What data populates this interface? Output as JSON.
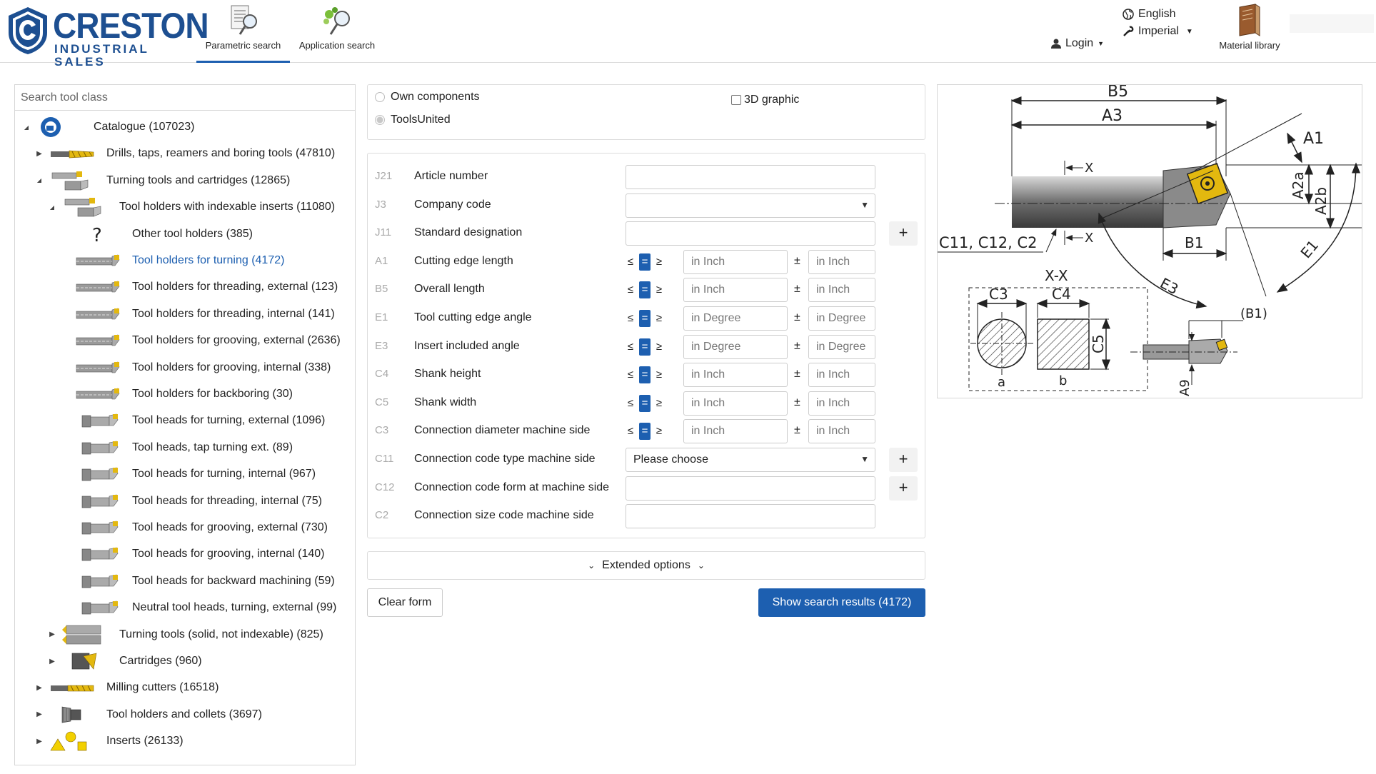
{
  "header": {
    "logo_main": "CRESTON",
    "logo_sub": "INDUSTRIAL SALES",
    "tabs": [
      {
        "label": "Parametric search",
        "active": true
      },
      {
        "label": "Application search",
        "active": false
      }
    ],
    "language": "English",
    "units": "Imperial",
    "login": "Login",
    "material_library": "Material library"
  },
  "tree": {
    "search_placeholder": "Search tool class",
    "items": [
      {
        "label": "Catalogue (107023)",
        "level": 0,
        "arrow": "down",
        "icon": "catalogue-icon"
      },
      {
        "label": "Drills, taps, reamers and boring tools (47810)",
        "level": 1,
        "arrow": "right",
        "icon": "drill-icon"
      },
      {
        "label": "Turning tools and cartridges (12865)",
        "level": 1,
        "arrow": "down",
        "icon": "turning-tool-icon"
      },
      {
        "label": "Tool holders with indexable inserts (11080)",
        "level": 2,
        "arrow": "down",
        "icon": "tool-holder-icon"
      },
      {
        "label": "Other tool holders (385)",
        "level": 3,
        "arrow": "",
        "icon": "question-icon"
      },
      {
        "label": "Tool holders for turning (4172)",
        "level": 3,
        "arrow": "",
        "icon": "tool-holder-turning-icon",
        "selected": true
      },
      {
        "label": "Tool holders for threading, external (123)",
        "level": 3,
        "arrow": "",
        "icon": "tool-holder-threading-icon"
      },
      {
        "label": "Tool holders for threading, internal (141)",
        "level": 3,
        "arrow": "",
        "icon": "tool-holder-threading-icon"
      },
      {
        "label": "Tool holders for grooving, external (2636)",
        "level": 3,
        "arrow": "",
        "icon": "tool-holder-grooving-icon"
      },
      {
        "label": "Tool holders for grooving, internal (338)",
        "level": 3,
        "arrow": "",
        "icon": "tool-holder-grooving-icon"
      },
      {
        "label": "Tool holders for backboring (30)",
        "level": 3,
        "arrow": "",
        "icon": "tool-holder-backboring-icon"
      },
      {
        "label": "Tool heads for turning, external (1096)",
        "level": 3,
        "arrow": "",
        "icon": "tool-head-icon"
      },
      {
        "label": "Tool heads, tap turning ext. (89)",
        "level": 3,
        "arrow": "",
        "icon": "tool-head-icon"
      },
      {
        "label": "Tool heads for turning, internal (967)",
        "level": 3,
        "arrow": "",
        "icon": "tool-head-icon"
      },
      {
        "label": "Tool heads for threading, internal (75)",
        "level": 3,
        "arrow": "",
        "icon": "tool-head-icon"
      },
      {
        "label": "Tool heads for grooving, external (730)",
        "level": 3,
        "arrow": "",
        "icon": "tool-head-icon"
      },
      {
        "label": "Tool heads for grooving, internal (140)",
        "level": 3,
        "arrow": "",
        "icon": "tool-head-icon"
      },
      {
        "label": "Tool heads for backward machining (59)",
        "level": 3,
        "arrow": "",
        "icon": "tool-head-icon"
      },
      {
        "label": "Neutral tool heads, turning, external (99)",
        "level": 3,
        "arrow": "",
        "icon": "tool-head-icon"
      },
      {
        "label": "Turning tools (solid, not indexable) (825)",
        "level": 2,
        "arrow": "right",
        "icon": "solid-turning-tool-icon"
      },
      {
        "label": "Cartridges (960)",
        "level": 2,
        "arrow": "right",
        "icon": "cartridge-icon"
      },
      {
        "label": "Milling cutters (16518)",
        "level": 1,
        "arrow": "right",
        "icon": "milling-cutter-icon"
      },
      {
        "label": "Tool holders and collets (3697)",
        "level": 1,
        "arrow": "right",
        "icon": "collet-icon"
      },
      {
        "label": "Inserts (26133)",
        "level": 1,
        "arrow": "right",
        "icon": "inserts-icon"
      }
    ]
  },
  "source": {
    "own_components": "Own components",
    "tools_united": "ToolsUnited",
    "graphic_3d": "3D graphic"
  },
  "form": {
    "rows": [
      {
        "code": "J21",
        "label": "Article number",
        "kind": "text",
        "value": ""
      },
      {
        "code": "J3",
        "label": "Company code",
        "kind": "select",
        "value": ""
      },
      {
        "code": "J11",
        "label": "Standard designation",
        "kind": "text-plus",
        "value": ""
      },
      {
        "code": "A1",
        "label": "Cutting edge length",
        "kind": "range",
        "unit_placeholder": "in Inch",
        "tol_placeholder": "in Inch"
      },
      {
        "code": "B5",
        "label": "Overall length",
        "kind": "range",
        "unit_placeholder": "in Inch",
        "tol_placeholder": "in Inch"
      },
      {
        "code": "E1",
        "label": "Tool cutting edge angle",
        "kind": "range",
        "unit_placeholder": "in Degree",
        "tol_placeholder": "in Degree"
      },
      {
        "code": "E3",
        "label": "Insert included angle",
        "kind": "range",
        "unit_placeholder": "in Degree",
        "tol_placeholder": "in Degree"
      },
      {
        "code": "C4",
        "label": "Shank height",
        "kind": "range",
        "unit_placeholder": "in Inch",
        "tol_placeholder": "in Inch"
      },
      {
        "code": "C5",
        "label": "Shank width",
        "kind": "range",
        "unit_placeholder": "in Inch",
        "tol_placeholder": "in Inch"
      },
      {
        "code": "C3",
        "label": "Connection diameter machine side",
        "kind": "range",
        "unit_placeholder": "in Inch",
        "tol_placeholder": "in Inch"
      },
      {
        "code": "C11",
        "label": "Connection code type machine side",
        "kind": "select-plus",
        "value": "Please choose"
      },
      {
        "code": "C12",
        "label": "Connection code form at machine side",
        "kind": "text-plus",
        "value": ""
      },
      {
        "code": "C2",
        "label": "Connection size code machine side",
        "kind": "text",
        "value": ""
      }
    ],
    "ops": {
      "le": "≤",
      "eq": "=",
      "ge": "≥",
      "pm": "±",
      "plus": "+"
    }
  },
  "extended_options": "Extended options",
  "clear_form": "Clear form",
  "show_results": "Show search results (4172)",
  "diagram": {
    "labels": {
      "b5": "B5",
      "a3": "A3",
      "a1": "A1",
      "a2a": "A2a",
      "a2b": "A2b",
      "x": "X",
      "c_codes": "C11, C12, C2",
      "b1": "B1",
      "e1": "E1",
      "e3": "E3",
      "section": "X-X",
      "c3": "C3",
      "c4": "C4",
      "c5": "C5",
      "a": "a",
      "b": "b",
      "b1_paren": "(B1)",
      "a9": "A9"
    }
  },
  "colors": {
    "accent": "#1d5fb0",
    "brand": "#1d4f91",
    "insert": "#e3b80f"
  }
}
